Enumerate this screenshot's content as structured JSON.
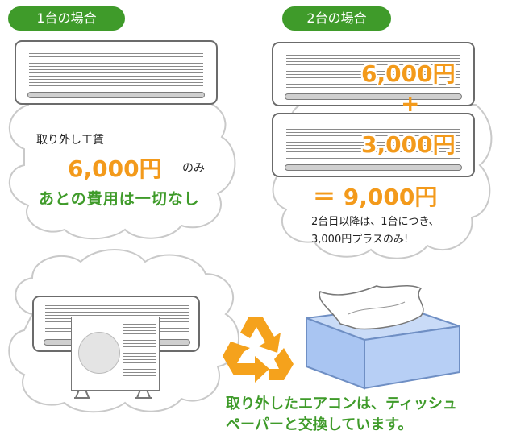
{
  "labels": {
    "one_unit": "1台の場合",
    "two_units": "2台の場合"
  },
  "one_unit_box": {
    "line1": "取り外し工賃",
    "price": "6,000円",
    "suffix": "のみ",
    "note": "あとの費用は一切なし"
  },
  "two_unit_box": {
    "price1": "6,000円",
    "plus": "+",
    "price2": "3,000円",
    "total": "＝ 9,000円",
    "note1": "2台目以降は、1台につき、",
    "note2": "3,000円プラスのみ!"
  },
  "bottom": {
    "caption1": "取り外したエアコンは、ティッシュ",
    "caption2": "ペーパーと交換しています。"
  },
  "colors": {
    "green": "#3f9b2a",
    "orange": "#f39a1b",
    "recycle_orange": "#f5a21c",
    "tissue_blue": "#a9c5f2"
  },
  "icons": [
    "air-conditioner-icon",
    "outdoor-unit-icon",
    "recycle-icon",
    "tissue-box-icon"
  ]
}
